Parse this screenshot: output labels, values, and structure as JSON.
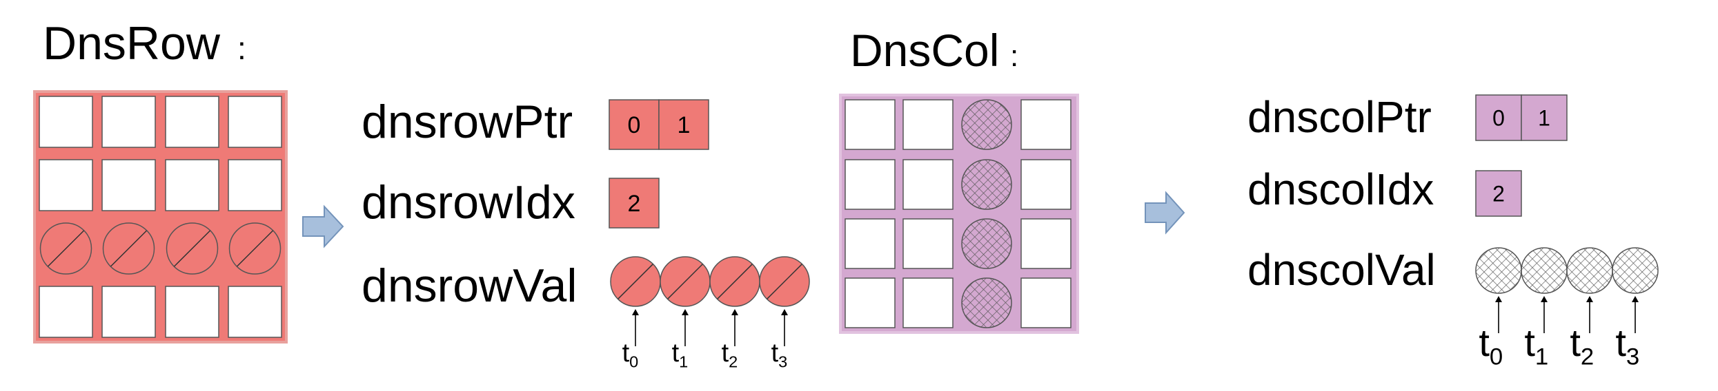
{
  "colors": {
    "row_fill": "#ef7a76",
    "row_border": "#e8a19d",
    "col_fill": "#d4a8d0",
    "col_border": "#e1c2df",
    "outline": "#555555",
    "arrow_fill": "#a7bfdc",
    "arrow_stroke": "#7393ba",
    "text": "#000000"
  },
  "left": {
    "title": "DnsRow",
    "colon": ":",
    "matrix": [
      [
        "empty",
        "empty",
        "empty",
        "empty"
      ],
      [
        "empty",
        "empty",
        "empty",
        "empty"
      ],
      [
        "slash",
        "slash",
        "slash",
        "slash"
      ],
      [
        "empty",
        "empty",
        "empty",
        "empty"
      ]
    ],
    "ptr_label": "dnsrowPtr",
    "ptr_values": [
      "0",
      "1"
    ],
    "idx_label": "dnsrowIdx",
    "idx_values": [
      "2"
    ],
    "val_label": "dnsrowVal",
    "val_count": 4,
    "thread_labels": [
      {
        "base": "t",
        "sub": "0"
      },
      {
        "base": "t",
        "sub": "1"
      },
      {
        "base": "t",
        "sub": "2"
      },
      {
        "base": "t",
        "sub": "3"
      }
    ]
  },
  "right": {
    "title": "DnsCol",
    "colon": ":",
    "matrix": [
      [
        "empty",
        "empty",
        "hatch",
        "empty"
      ],
      [
        "empty",
        "empty",
        "hatch",
        "empty"
      ],
      [
        "empty",
        "empty",
        "hatch",
        "empty"
      ],
      [
        "empty",
        "empty",
        "hatch",
        "empty"
      ]
    ],
    "ptr_label": "dnscolPtr",
    "ptr_values": [
      "0",
      "1"
    ],
    "idx_label": "dnscolIdx",
    "idx_values": [
      "2"
    ],
    "val_label": "dnscolVal",
    "val_count": 4,
    "thread_labels": [
      {
        "base": "t",
        "sub": "0"
      },
      {
        "base": "t",
        "sub": "1"
      },
      {
        "base": "t",
        "sub": "2"
      },
      {
        "base": "t",
        "sub": "3"
      }
    ]
  }
}
